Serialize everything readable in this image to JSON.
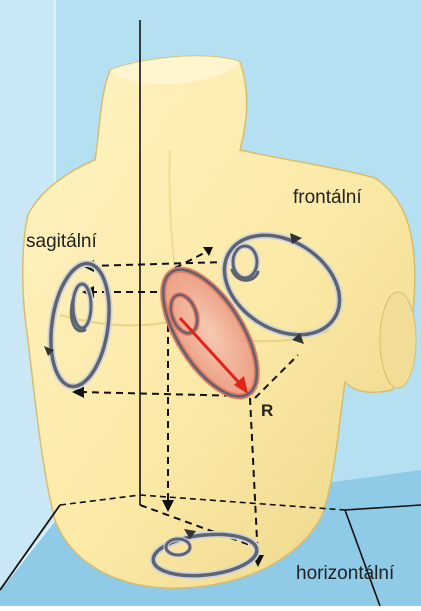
{
  "labels": {
    "frontal": "frontální",
    "sagittal": "sagitální",
    "horizontal": "horizontální",
    "vector": "R"
  },
  "colors": {
    "background_blue": "#a9dcef",
    "box_light_blue": "#cde9f5",
    "box_right_face": "#9fd3ea",
    "torso_fill": "#fbe9a6",
    "torso_shadow": "#e9cf7b",
    "loop_gray": "#5d6470",
    "loop_highlight": "#d0d4da",
    "heart_loop": "#e0705e",
    "heart_loop_fill": "#f2b79f",
    "vector_arrow": "#e2231a",
    "dashed_lines": "#111111",
    "text": "#222222"
  },
  "icons": {
    "frontal_loop": "vectorcardiogram-loop-icon",
    "sagittal_loop": "vectorcardiogram-loop-icon",
    "horizontal_loop": "vectorcardiogram-loop-icon",
    "heart_loop": "heart-vector-loop-icon",
    "vector_arrow": "arrow-icon"
  }
}
